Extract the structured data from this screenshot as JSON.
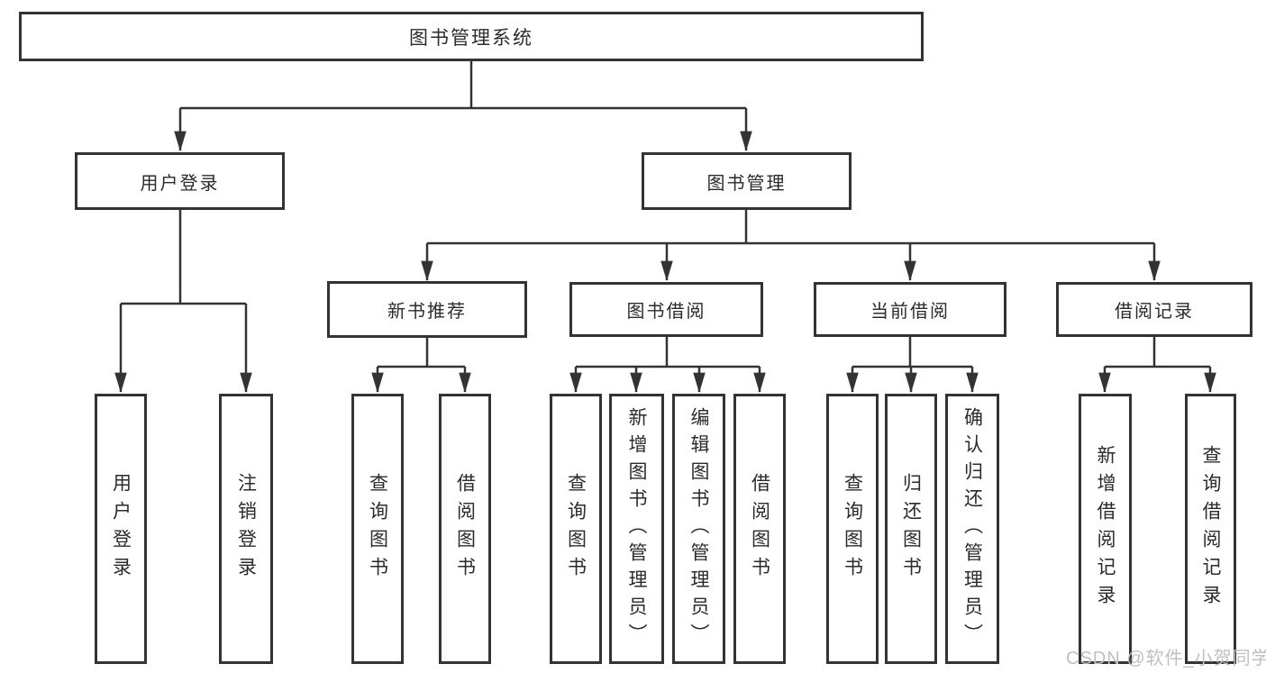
{
  "root": {
    "label": "图书管理系统"
  },
  "branches": {
    "user_login": {
      "label": "用户登录",
      "children": {
        "login": "用户登录",
        "logout": "注销登录"
      }
    },
    "book_management": {
      "label": "图书管理",
      "sections": {
        "new_book_rec": {
          "label": "新书推荐",
          "children": {
            "query_books": "查询图书",
            "borrow_books": "借阅图书"
          }
        },
        "book_borrow": {
          "label": "图书借阅",
          "children": {
            "query_books": "查询图书",
            "add_books": "新增图书（管理员）",
            "edit_books": "编辑图书（管理员）",
            "borrow_books": "借阅图书"
          }
        },
        "current_borrow": {
          "label": "当前借阅",
          "children": {
            "query_books": "查询图书",
            "return_books": "归还图书",
            "confirm_return": "确认归还（管理员）"
          }
        },
        "borrow_records": {
          "label": "借阅记录",
          "children": {
            "add_record": "新增借阅记录",
            "query_record": "查询借阅记录"
          }
        }
      }
    }
  },
  "watermark": {
    "text": "CSDN @软件_小贺同学",
    "color": "#bfbfbf"
  },
  "colors": {
    "line": "#333333",
    "box_border": "#333333",
    "text": "#2b2b2b",
    "background": "#ffffff"
  }
}
